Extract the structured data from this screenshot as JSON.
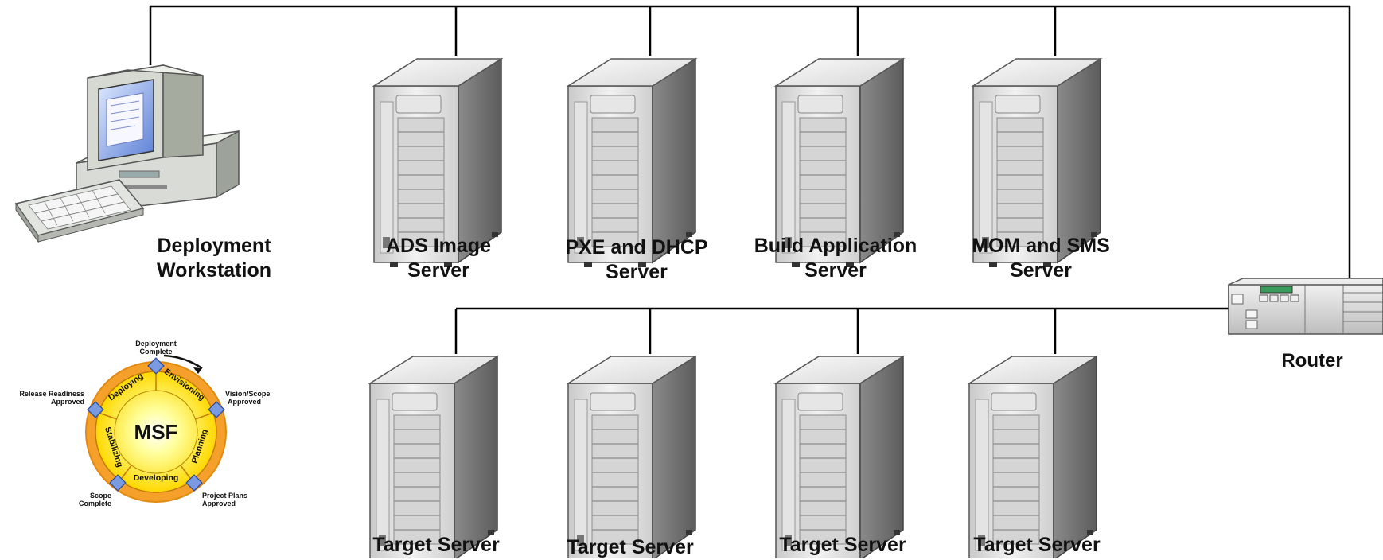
{
  "colors": {
    "line": "#000000",
    "server_front": "#dcdcdc",
    "server_side": "#6e6e6e",
    "msf_orange": "#f5a02a",
    "msf_yellow": "#ffe600",
    "msf_node": "#7b9be0"
  },
  "icons": {
    "workstation": "desktop-computer-icon",
    "server": "tower-server-icon",
    "router": "router-icon"
  },
  "workstation": {
    "line1": "Deployment",
    "line2": "Workstation"
  },
  "top_servers": [
    {
      "line1": "ADS Image",
      "line2": "Server"
    },
    {
      "line1": "PXE and DHCP",
      "line2": "Server"
    },
    {
      "line1": "Build Application",
      "line2": "Server"
    },
    {
      "line1": "MOM and SMS",
      "line2": "Server"
    }
  ],
  "target_servers": [
    {
      "label": "Target Server"
    },
    {
      "label": "Target Server"
    },
    {
      "label": "Target Server"
    },
    {
      "label": "Target Server"
    }
  ],
  "router": {
    "label": "Router"
  },
  "msf": {
    "center": "MSF",
    "phases": [
      "Envisioning",
      "Planning",
      "Developing",
      "Stabilizing",
      "Deploying"
    ],
    "milestones": {
      "top_1": "Deployment",
      "top_2": "Complete",
      "right_1": "Vision/Scope",
      "right_2": "Approved",
      "bottom_right_1": "Project Plans",
      "bottom_right_2": "Approved",
      "bottom_left_1": "Scope",
      "bottom_left_2": "Complete",
      "left_1": "Release Readiness",
      "left_2": "Approved"
    }
  }
}
